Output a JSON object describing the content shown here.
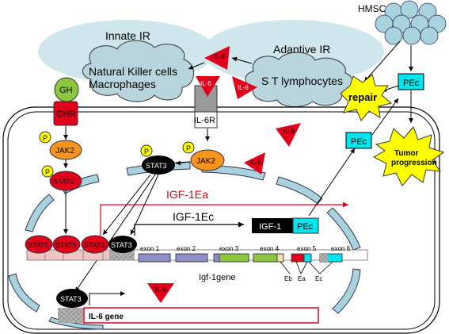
{
  "labels": {
    "hmsc": "HMSC",
    "innate_ir": "Innate IR",
    "adaptive_ir": "Adaptive IR",
    "nk_cells": "Natural Killer cells",
    "macrophages": "Macrophages",
    "st_lymphocytes": "S T lymphocytes",
    "il6": "IL-6",
    "il6r": "IL-6R",
    "gh": "GH",
    "ghr": "GHR",
    "p": "P",
    "jak2": "JAK2",
    "stat5": "STAT5",
    "stat3": "STAT3",
    "igf1ea": "IGF-1Ea",
    "igf1ec": "IGF-1Ec",
    "igf1": "IGF-1",
    "pec": "PEc",
    "repair": "repair",
    "tumor": "Tumor",
    "progression": "progression",
    "igf1gene": "Igf-1gene",
    "il6gene": "IL-6 gene",
    "exon1": "exon 1",
    "exon2": "exon 2",
    "exon3": "exon 3",
    "exon4": "exon 4",
    "exon5": "exon 5",
    "exon6": "exon 6",
    "eb": "Eb",
    "ea": "Ea",
    "ec": "Ec"
  },
  "colors": {
    "cloud_bg": "#cfe6ec",
    "cloud_ir": "#b8d4dc",
    "cell_fill": "#a9d3dc",
    "il6_red": "#e0001b",
    "gh_green": "#8cc63f",
    "jak_orange": "#f7941d",
    "p_yellow": "#ffff00",
    "pec_cyan": "#00e5ee",
    "hmsc_blue": "#a9d3dc"
  }
}
